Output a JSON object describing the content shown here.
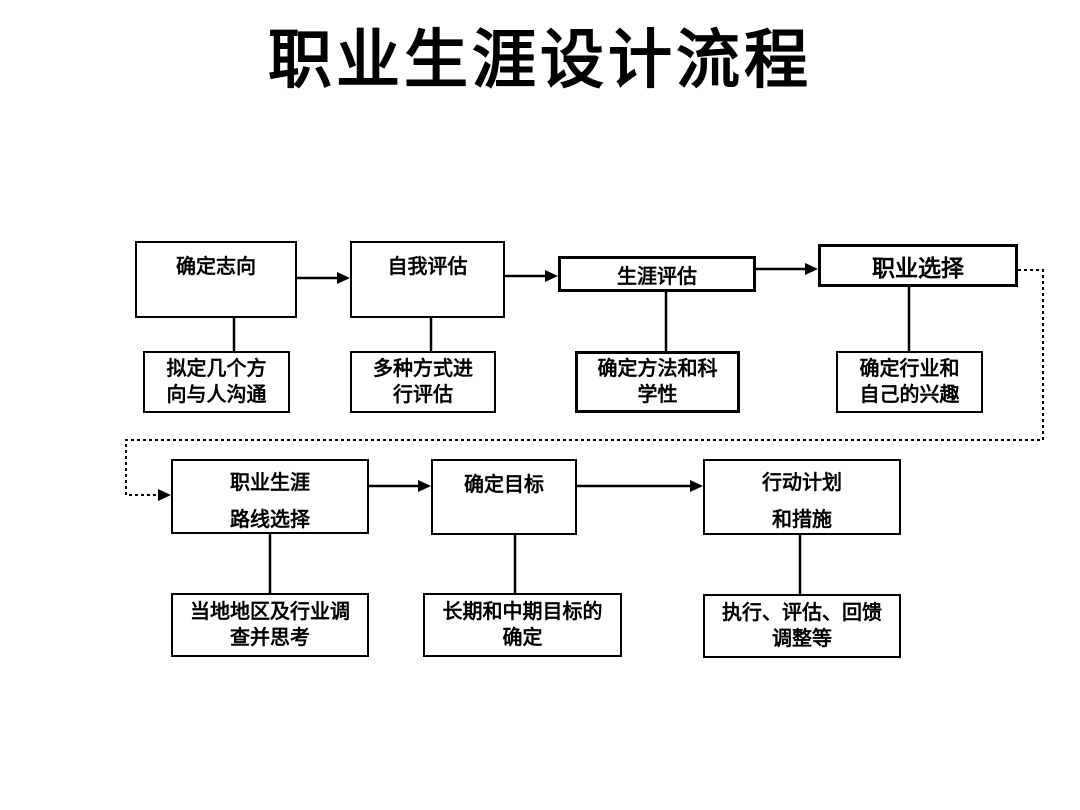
{
  "title": "职业生涯设计流程",
  "colors": {
    "line": "#000000",
    "text": "#000000",
    "background": "#ffffff"
  },
  "diagram": {
    "row1": [
      {
        "label": "确定志向",
        "sub": "拟定几个方\n向与人沟通"
      },
      {
        "label": "自我评估",
        "sub": "多种方式进\n行评估"
      },
      {
        "label": "生涯评估",
        "sub": "确定方法和科\n学性"
      },
      {
        "label": "职业选择",
        "sub": "确定行业和\n自己的兴趣"
      }
    ],
    "row2": [
      {
        "label": "职业生涯\n路线选择",
        "sub": "当地地区及行业调\n查并思考"
      },
      {
        "label": "确定目标",
        "sub": "长期和中期目标的\n确定"
      },
      {
        "label": "行动计划\n和措施",
        "sub": "执行、评估、回馈\n调整等"
      }
    ],
    "edges": [
      {
        "from": "确定志向",
        "to": "自我评估",
        "style": "solid-arrow"
      },
      {
        "from": "自我评估",
        "to": "生涯评估",
        "style": "solid-arrow"
      },
      {
        "from": "生涯评估",
        "to": "职业选择",
        "style": "solid-arrow"
      },
      {
        "from": "职业选择",
        "to": "职业生涯路线选择",
        "style": "dotted-arrow"
      },
      {
        "from": "职业生涯路线选择",
        "to": "确定目标",
        "style": "solid-arrow"
      },
      {
        "from": "确定目标",
        "to": "行动计划和措施",
        "style": "solid-arrow"
      }
    ]
  }
}
